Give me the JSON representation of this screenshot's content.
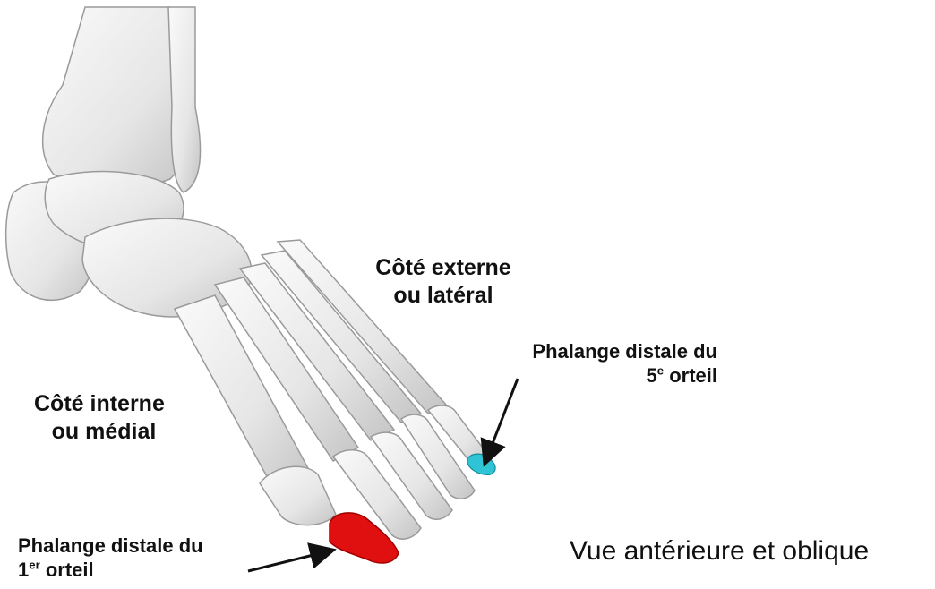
{
  "labels": {
    "lateral_side": {
      "line1": "Côté externe",
      "line2": "ou latéral"
    },
    "medial_side": {
      "line1": "Côté interne",
      "line2": "ou médial"
    },
    "fifth_toe": {
      "line1": "Phalange distale du",
      "line2_number": "5",
      "line2_sup": "e",
      "line2_rest": " orteil"
    },
    "first_toe": {
      "line1": "Phalange distale du",
      "line2_number": "1",
      "line2_sup": "er",
      "line2_rest": " orteil"
    },
    "view_title": "Vue antérieure et oblique"
  },
  "colors": {
    "bone": "#ececec",
    "bone_shadow": "#b9b9b9",
    "first_distal_phalanx": "#e01010",
    "fifth_distal_phalanx": "#2ec4d6",
    "arrow": "#111111"
  }
}
